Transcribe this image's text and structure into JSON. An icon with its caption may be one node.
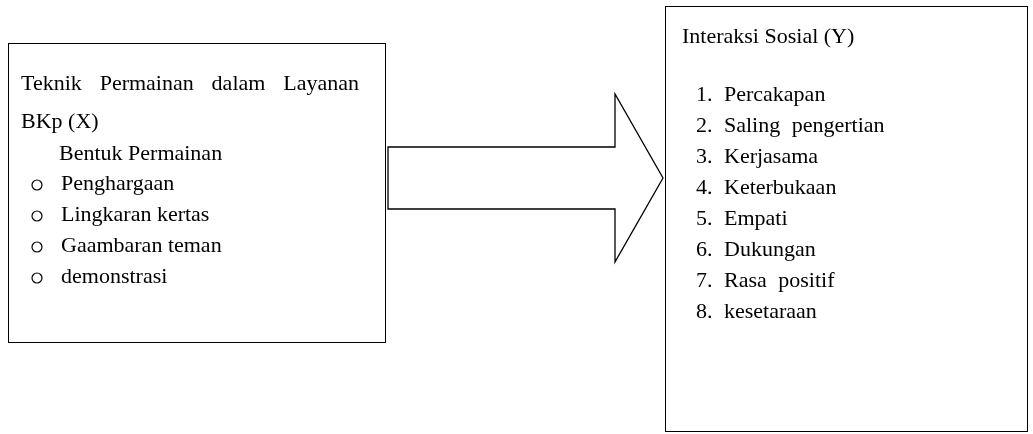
{
  "diagram": {
    "nodes": [
      {
        "text": [
          "Teknik Permainan dalam Layanan BKp (X)",
          "Bentuk Permainan",
          "Penghargaan",
          "Lingkaran kertas",
          "Gaambaran teman",
          "demonstrasi"
        ]
      },
      {
        "text": [
          "Interaksi Sosial (Y)",
          "1. Percakapan",
          "2. Saling pengertian",
          "3. Kerjasama",
          "4. Keterbukaan",
          "5. Empati",
          "6. Dukungan",
          "7. Rasa positif",
          "8. kesetaraan"
        ]
      }
    ],
    "edges": [
      {
        "from": 0,
        "to": 1,
        "arrow": "to"
      }
    ]
  }
}
